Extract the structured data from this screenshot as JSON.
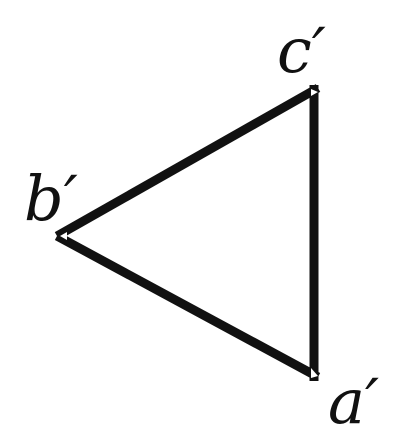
{
  "diagram": {
    "vertices": {
      "a": {
        "label": "a′"
      },
      "b": {
        "label": "b′"
      },
      "c": {
        "label": "c′"
      }
    },
    "line_color": "#111111",
    "background": "#ffffff"
  }
}
